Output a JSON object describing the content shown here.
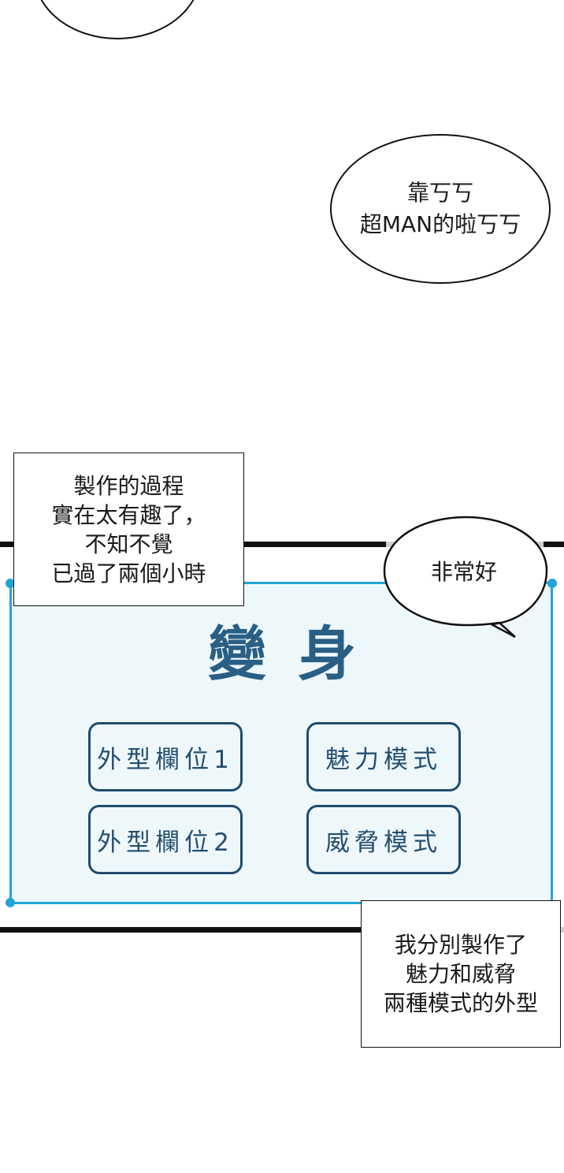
{
  "bubbles": {
    "top_right": {
      "line1": "靠丂丂",
      "line2": "超MAN的啦丂丂"
    },
    "mid_right": {
      "text": "非常好"
    }
  },
  "captions": {
    "left": {
      "lines": [
        "製作的過程",
        "實在太有趣了，",
        "不知不覺",
        "已過了兩個小時"
      ]
    },
    "bottom_right": {
      "lines": [
        "我分別製作了",
        "魅力和威脅",
        "兩種模式的外型"
      ]
    }
  },
  "panel": {
    "title": "變身",
    "slots": {
      "appearance_1": "外型欄位1",
      "appearance_2": "外型欄位2",
      "charm_mode": "魅力模式",
      "threat_mode": "威脅模式"
    }
  },
  "colors": {
    "panel_border": "#22a5d6",
    "panel_fill": "#eef8fb",
    "title_text": "#2a5f85",
    "slot_border": "#1f4c6e"
  }
}
